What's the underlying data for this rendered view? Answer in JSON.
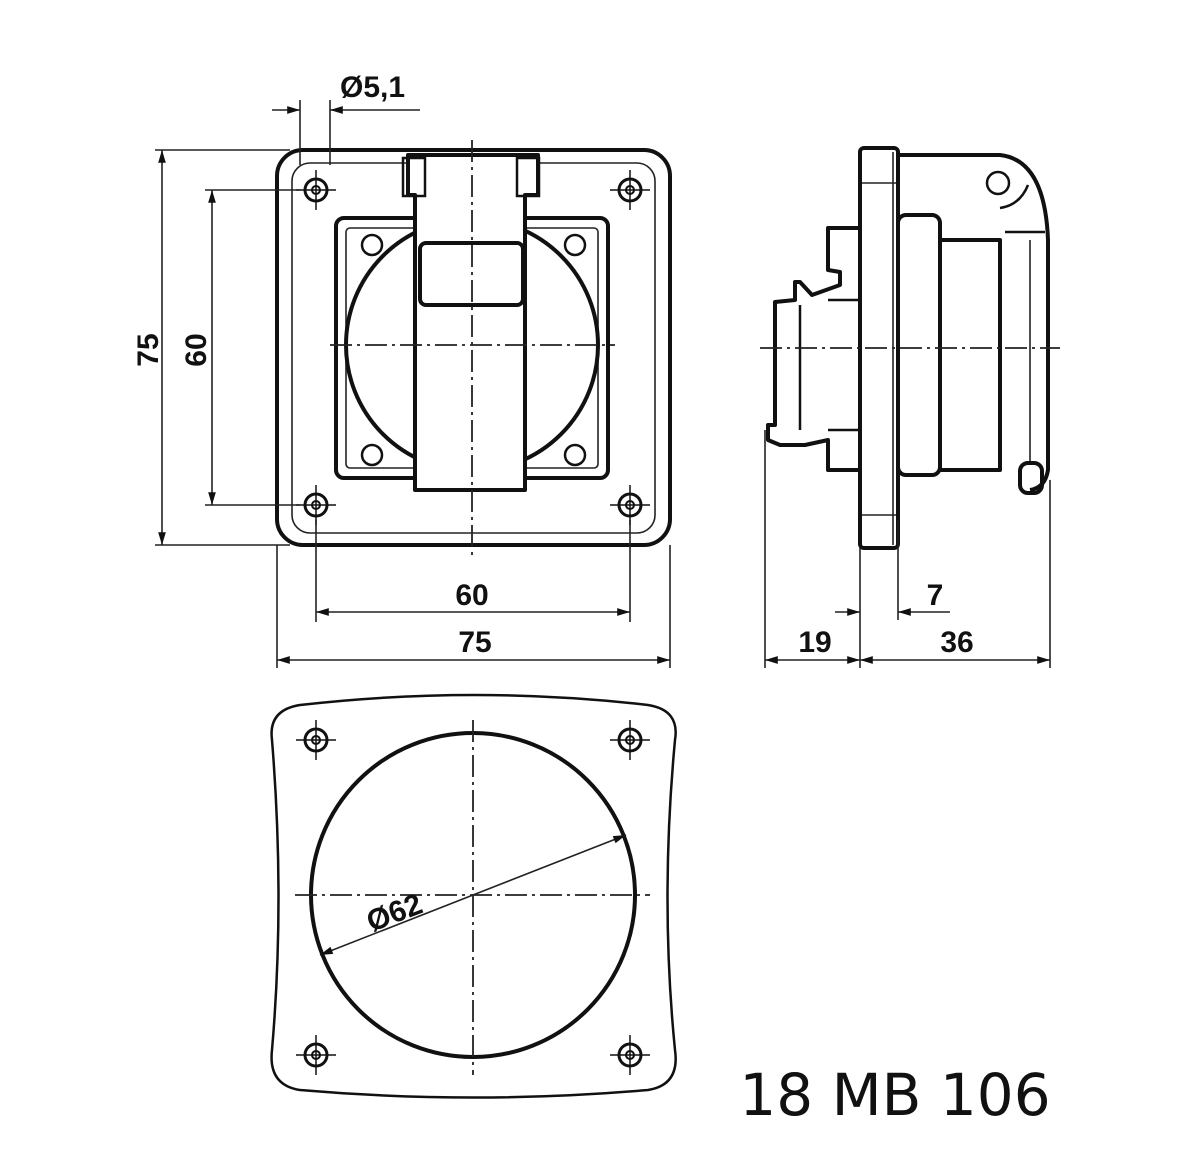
{
  "drawing": {
    "front_view": {
      "hole_diameter": "Ø5,1",
      "height_outer": "75",
      "height_hole_spacing": "60",
      "width_hole_spacing": "60",
      "width_outer": "75"
    },
    "side_view": {
      "flange_offset": "7",
      "rear_depth": "19",
      "front_depth": "36"
    },
    "cutout_view": {
      "cutout_diameter": "Ø62"
    },
    "model_code": "18 MB 106"
  }
}
